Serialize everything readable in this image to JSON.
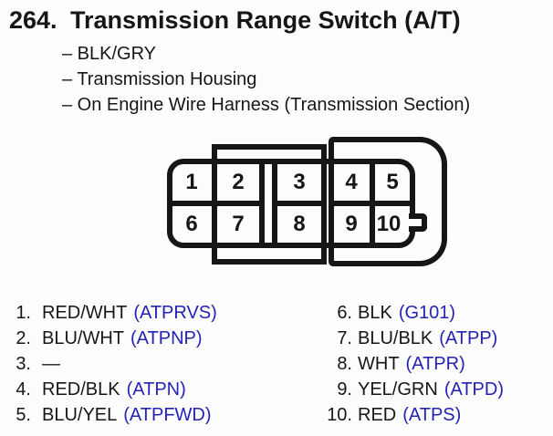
{
  "header": {
    "number": "264.",
    "title": "Transmission Range Switch (A/T)",
    "bullets": [
      "– BLK/GRY",
      "– Transmission Housing",
      "– On Engine Wire Harness (Transmission Section)"
    ]
  },
  "connector": {
    "pins_top": [
      "1",
      "2",
      "3",
      "4",
      "5"
    ],
    "pins_bottom": [
      "6",
      "7",
      "8",
      "9",
      "10"
    ]
  },
  "pin_list": {
    "left": [
      {
        "num": "1.",
        "color": "RED/WHT",
        "code": "(ATPRVS)"
      },
      {
        "num": "2.",
        "color": "BLU/WHT",
        "code": "(ATPNP)"
      },
      {
        "num": "3.",
        "color": "—",
        "code": ""
      },
      {
        "num": "4.",
        "color": "RED/BLK",
        "code": "(ATPN)"
      },
      {
        "num": "5.",
        "color": "BLU/YEL",
        "code": "(ATPFWD)"
      }
    ],
    "right": [
      {
        "num": "6.",
        "color": "BLK",
        "code": "(G101)"
      },
      {
        "num": "7.",
        "color": "BLU/BLK",
        "code": "(ATPP)"
      },
      {
        "num": "8.",
        "color": "WHT",
        "code": "(ATPR)"
      },
      {
        "num": "9.",
        "color": "YEL/GRN",
        "code": "(ATPD)"
      },
      {
        "num": "10.",
        "color": "RED",
        "code": "(ATPS)"
      }
    ]
  },
  "colors": {
    "code_blue": "#2323b6",
    "line_black": "#161616"
  }
}
